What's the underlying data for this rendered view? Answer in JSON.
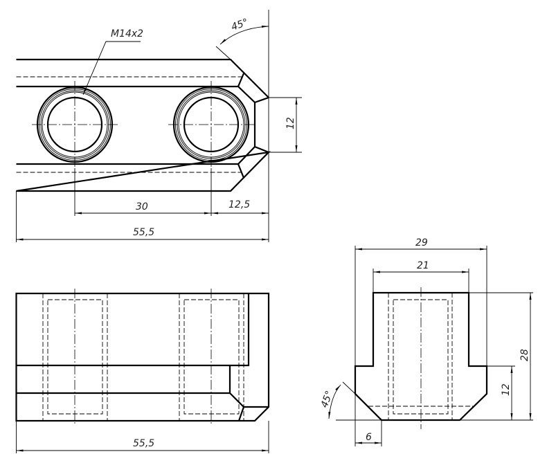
{
  "drawing": {
    "top_view": {
      "thread_label": "M14x2",
      "angle_label": "45°",
      "dim_height": "12",
      "dim_hole_spacing": "30",
      "dim_edge_offset": "12,5",
      "dim_length": "55,5"
    },
    "front_view": {
      "dim_length": "55,5"
    },
    "side_view": {
      "dim_width_outer": "29",
      "dim_width_inner": "21",
      "dim_height_total": "28",
      "dim_height_lower": "12",
      "dim_chamfer": "6",
      "angle_label": "45°"
    }
  }
}
